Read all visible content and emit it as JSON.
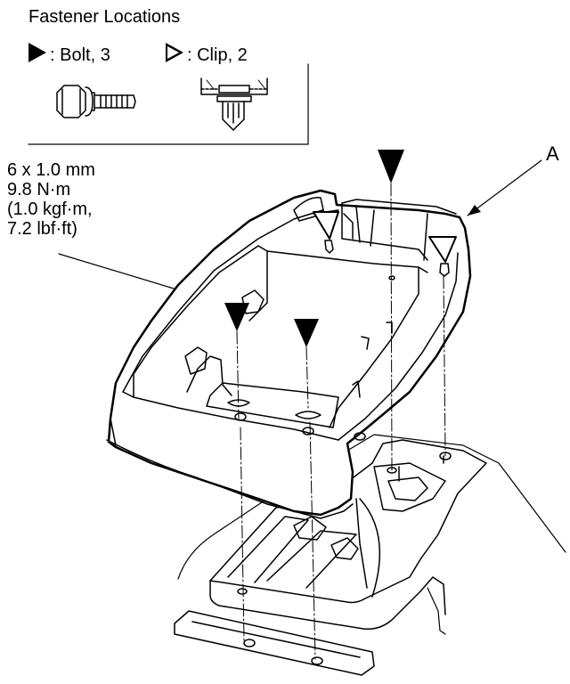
{
  "legend": {
    "title": "Fastener Locations",
    "bolt_label": ": Bolt, 3",
    "clip_label": ": Clip, 2"
  },
  "torque_spec": {
    "size": "6 x 1.0 mm",
    "torque_nm": "9.8 N·m",
    "torque_kgf": "(1.0 kgf·m,",
    "torque_lbf": "7.2 lbf·ft)"
  },
  "callout": {
    "label": "A"
  },
  "fastener_counts": {
    "bolts": 3,
    "clips": 2
  },
  "colors": {
    "line": "#000000",
    "background": "#ffffff"
  }
}
